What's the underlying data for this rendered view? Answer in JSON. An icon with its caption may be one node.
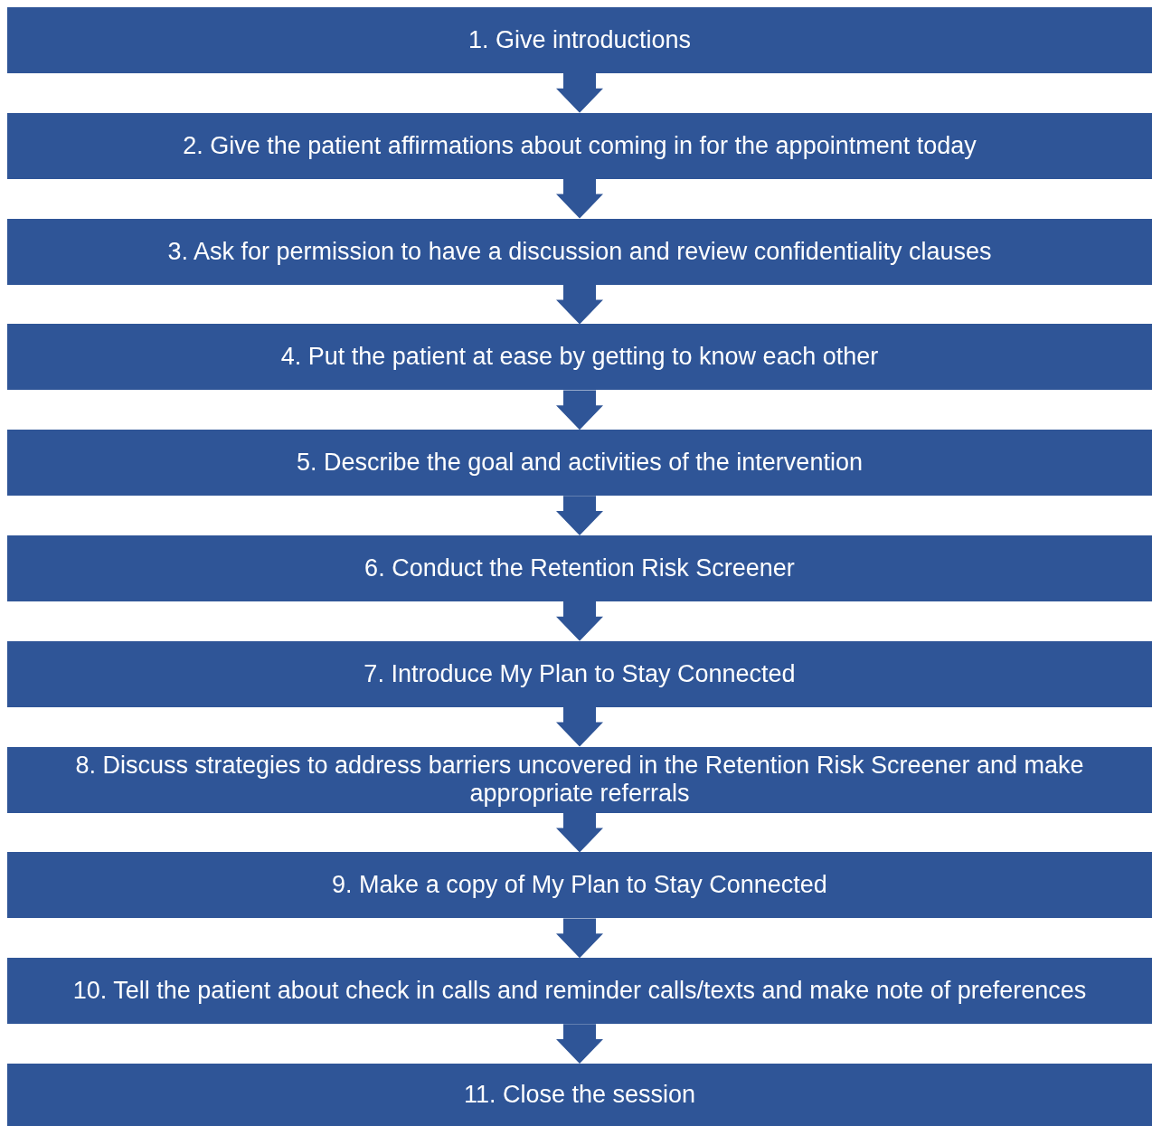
{
  "diagram": {
    "nodes": [
      {
        "text": [
          "1. Give introductions"
        ]
      },
      {
        "text": [
          "2. Give the patient affirmations about coming in for the appointment today"
        ]
      },
      {
        "text": [
          "3. Ask for permission to have a discussion and review confidentiality clauses"
        ]
      },
      {
        "text": [
          "4. Put the patient at ease by getting to know each other"
        ]
      },
      {
        "text": [
          "5. Describe the goal and activities of the intervention"
        ]
      },
      {
        "text": [
          "6. Conduct the Retention Risk Screener"
        ]
      },
      {
        "text": [
          "7. Introduce My Plan to Stay Connected"
        ]
      },
      {
        "text": [
          "8. Discuss strategies to address barriers uncovered in the Retention Risk Screener and make appropriate referrals"
        ]
      },
      {
        "text": [
          "9. Make a copy of My Plan to Stay Connected"
        ]
      },
      {
        "text": [
          "10. Tell the patient about check in calls and reminder calls/texts and make note of preferences"
        ]
      },
      {
        "text": [
          "11. Close the session"
        ]
      }
    ],
    "edges": [
      {
        "from": 0,
        "to": 1,
        "arrow": "to"
      },
      {
        "from": 1,
        "to": 2,
        "arrow": "to"
      },
      {
        "from": 2,
        "to": 3,
        "arrow": "to"
      },
      {
        "from": 3,
        "to": 4,
        "arrow": "to"
      },
      {
        "from": 4,
        "to": 5,
        "arrow": "to"
      },
      {
        "from": 5,
        "to": 6,
        "arrow": "to"
      },
      {
        "from": 6,
        "to": 7,
        "arrow": "to"
      },
      {
        "from": 7,
        "to": 8,
        "arrow": "to"
      },
      {
        "from": 8,
        "to": 9,
        "arrow": "to"
      },
      {
        "from": 9,
        "to": 10,
        "arrow": "to"
      }
    ]
  }
}
